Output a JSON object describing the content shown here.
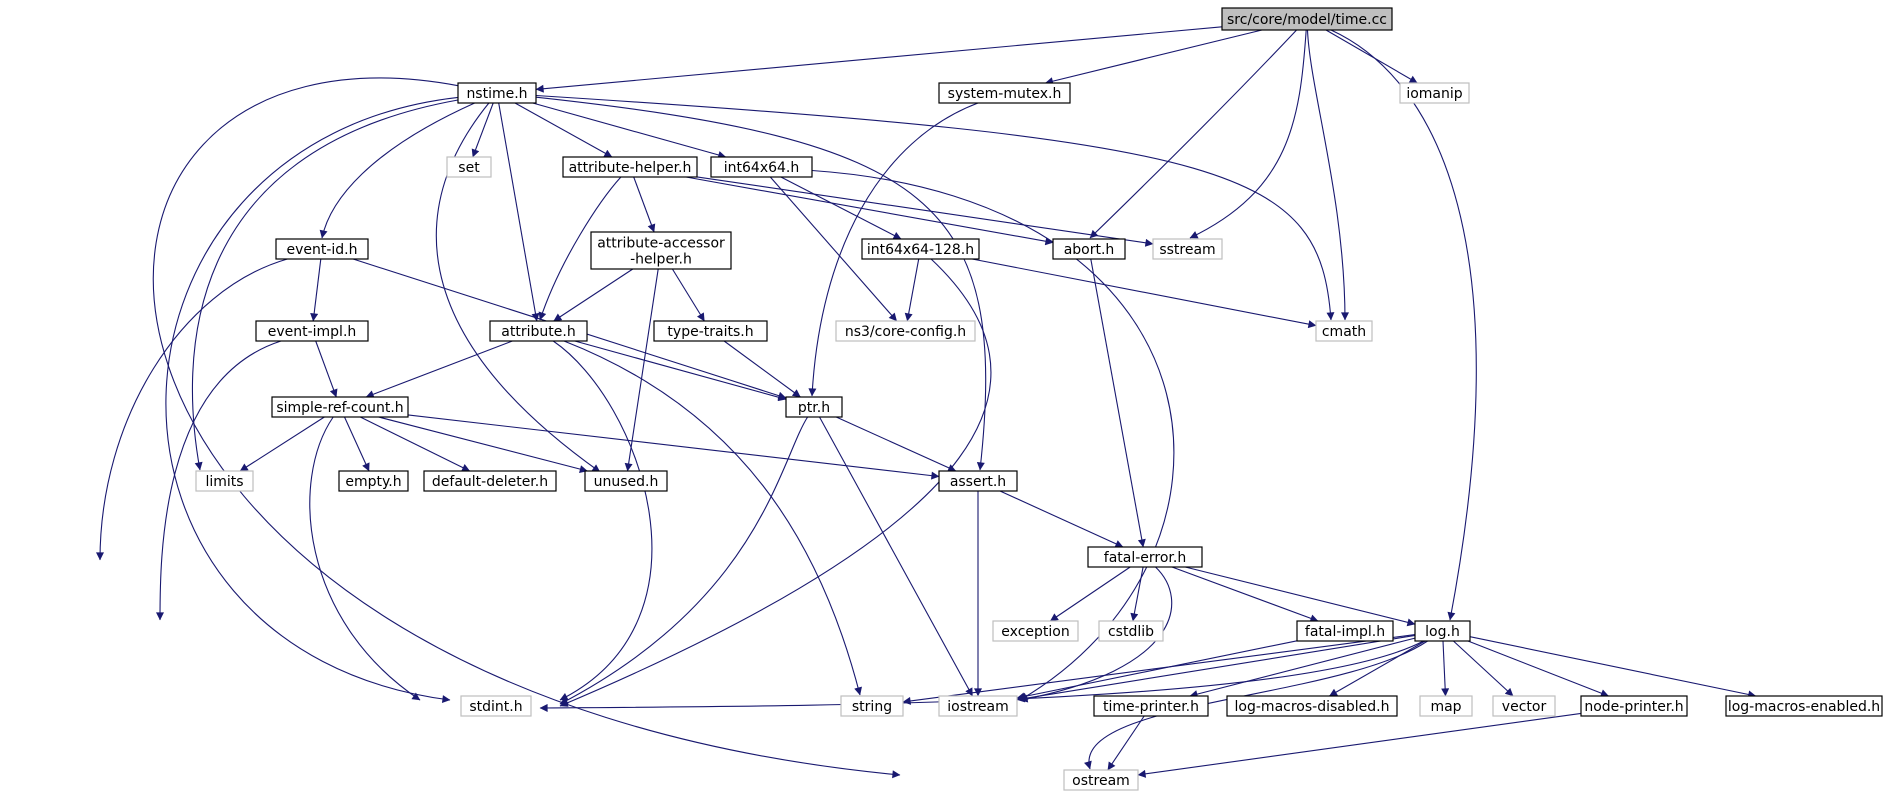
{
  "diagram": {
    "colors": {
      "edge": "#191970",
      "project_border": "#000000",
      "project_fill": "#ffffff",
      "root_fill": "#bfbfbf",
      "system_border": "#bfbfbf"
    },
    "nodes": [
      {
        "id": "time_cc",
        "label": "src/core/model/time.cc",
        "kind": "root"
      },
      {
        "id": "nstime",
        "label": "nstime.h",
        "kind": "project"
      },
      {
        "id": "system_mutex",
        "label": "system-mutex.h",
        "kind": "project"
      },
      {
        "id": "iomanip",
        "label": "iomanip",
        "kind": "system"
      },
      {
        "id": "set",
        "label": "set",
        "kind": "system"
      },
      {
        "id": "attribute_helper",
        "label": "attribute-helper.h",
        "kind": "project"
      },
      {
        "id": "int64x64",
        "label": "int64x64.h",
        "kind": "project"
      },
      {
        "id": "event_id",
        "label": "event-id.h",
        "kind": "project"
      },
      {
        "id": "attribute_accessor_helper",
        "label": [
          "attribute-accessor",
          "-helper.h"
        ],
        "kind": "project"
      },
      {
        "id": "int64x64_128",
        "label": "int64x64-128.h",
        "kind": "project"
      },
      {
        "id": "abort",
        "label": "abort.h",
        "kind": "project"
      },
      {
        "id": "sstream",
        "label": "sstream",
        "kind": "system"
      },
      {
        "id": "event_impl",
        "label": "event-impl.h",
        "kind": "project"
      },
      {
        "id": "attribute",
        "label": "attribute.h",
        "kind": "project"
      },
      {
        "id": "type_traits",
        "label": "type-traits.h",
        "kind": "project"
      },
      {
        "id": "ns3_core_config",
        "label": "ns3/core-config.h",
        "kind": "system"
      },
      {
        "id": "cmath",
        "label": "cmath",
        "kind": "system"
      },
      {
        "id": "simple_ref_count",
        "label": "simple-ref-count.h",
        "kind": "project"
      },
      {
        "id": "ptr",
        "label": "ptr.h",
        "kind": "project"
      },
      {
        "id": "limits",
        "label": "limits",
        "kind": "system"
      },
      {
        "id": "empty",
        "label": "empty.h",
        "kind": "project"
      },
      {
        "id": "default_deleter",
        "label": "default-deleter.h",
        "kind": "project"
      },
      {
        "id": "unused",
        "label": "unused.h",
        "kind": "project"
      },
      {
        "id": "assert",
        "label": "assert.h",
        "kind": "project"
      },
      {
        "id": "fatal_error",
        "label": "fatal-error.h",
        "kind": "project"
      },
      {
        "id": "exception",
        "label": "exception",
        "kind": "system"
      },
      {
        "id": "cstdlib",
        "label": "cstdlib",
        "kind": "system"
      },
      {
        "id": "fatal_impl",
        "label": "fatal-impl.h",
        "kind": "project"
      },
      {
        "id": "log",
        "label": "log.h",
        "kind": "project"
      },
      {
        "id": "stdint",
        "label": "stdint.h",
        "kind": "system"
      },
      {
        "id": "string",
        "label": "string",
        "kind": "system"
      },
      {
        "id": "iostream",
        "label": "iostream",
        "kind": "system"
      },
      {
        "id": "time_printer",
        "label": "time-printer.h",
        "kind": "project"
      },
      {
        "id": "log_macros_disabled",
        "label": "log-macros-disabled.h",
        "kind": "project"
      },
      {
        "id": "map",
        "label": "map",
        "kind": "system"
      },
      {
        "id": "vector",
        "label": "vector",
        "kind": "system"
      },
      {
        "id": "node_printer",
        "label": "node-printer.h",
        "kind": "project"
      },
      {
        "id": "log_macros_enabled",
        "label": "log-macros-enabled.h",
        "kind": "project"
      },
      {
        "id": "ostream",
        "label": "ostream",
        "kind": "system"
      }
    ],
    "edges": [
      {
        "from": "time_cc",
        "to": "nstime"
      },
      {
        "from": "time_cc",
        "to": "system_mutex"
      },
      {
        "from": "time_cc",
        "to": "iomanip"
      },
      {
        "from": "time_cc",
        "to": "log"
      },
      {
        "from": "time_cc",
        "to": "abort"
      },
      {
        "from": "time_cc",
        "to": "sstream"
      },
      {
        "from": "time_cc",
        "to": "cmath"
      },
      {
        "from": "nstime",
        "to": "set"
      },
      {
        "from": "nstime",
        "to": "attribute_helper"
      },
      {
        "from": "nstime",
        "to": "int64x64"
      },
      {
        "from": "nstime",
        "to": "event_id"
      },
      {
        "from": "nstime",
        "to": "attribute"
      },
      {
        "from": "nstime",
        "to": "unused"
      },
      {
        "from": "nstime",
        "to": "assert"
      },
      {
        "from": "nstime",
        "to": "limits"
      },
      {
        "from": "nstime",
        "to": "stdint"
      },
      {
        "from": "nstime",
        "to": "ostream"
      },
      {
        "from": "nstime",
        "to": "cmath"
      },
      {
        "from": "system_mutex",
        "to": "ptr"
      },
      {
        "from": "attribute_helper",
        "to": "attribute_accessor_helper"
      },
      {
        "from": "attribute_helper",
        "to": "attribute"
      },
      {
        "from": "attribute_helper",
        "to": "abort"
      },
      {
        "from": "attribute_helper",
        "to": "sstream"
      },
      {
        "from": "int64x64",
        "to": "int64x64_128"
      },
      {
        "from": "int64x64",
        "to": "ns3_core_config"
      },
      {
        "from": "int64x64",
        "to": "iostream"
      },
      {
        "from": "attribute_accessor_helper",
        "to": "attribute"
      },
      {
        "from": "attribute_accessor_helper",
        "to": "type_traits"
      },
      {
        "from": "attribute_accessor_helper",
        "to": "unused"
      },
      {
        "from": "int64x64_128",
        "to": "ns3_core_config"
      },
      {
        "from": "int64x64_128",
        "to": "cmath"
      },
      {
        "from": "int64x64_128",
        "to": "stdint"
      },
      {
        "from": "event_id",
        "to": "event_impl"
      },
      {
        "from": "event_id",
        "to": "ptr"
      },
      {
        "from": "event_id",
        "to": "stdint"
      },
      {
        "from": "event_impl",
        "to": "simple_ref_count"
      },
      {
        "from": "event_impl",
        "to": "stdint"
      },
      {
        "from": "attribute",
        "to": "simple_ref_count"
      },
      {
        "from": "attribute",
        "to": "ptr"
      },
      {
        "from": "attribute",
        "to": "string"
      },
      {
        "from": "attribute",
        "to": "stdint"
      },
      {
        "from": "type_traits",
        "to": "ptr"
      },
      {
        "from": "simple_ref_count",
        "to": "limits"
      },
      {
        "from": "simple_ref_count",
        "to": "empty"
      },
      {
        "from": "simple_ref_count",
        "to": "default_deleter"
      },
      {
        "from": "simple_ref_count",
        "to": "unused"
      },
      {
        "from": "simple_ref_count",
        "to": "assert"
      },
      {
        "from": "simple_ref_count",
        "to": "stdint"
      },
      {
        "from": "ptr",
        "to": "assert"
      },
      {
        "from": "ptr",
        "to": "iostream"
      },
      {
        "from": "ptr",
        "to": "stdint"
      },
      {
        "from": "abort",
        "to": "fatal_error"
      },
      {
        "from": "assert",
        "to": "fatal_error"
      },
      {
        "from": "assert",
        "to": "iostream"
      },
      {
        "from": "fatal_error",
        "to": "exception"
      },
      {
        "from": "fatal_error",
        "to": "cstdlib"
      },
      {
        "from": "fatal_error",
        "to": "fatal_impl"
      },
      {
        "from": "fatal_error",
        "to": "log"
      },
      {
        "from": "fatal_error",
        "to": "iostream"
      },
      {
        "from": "fatal_impl",
        "to": "iostream"
      },
      {
        "from": "log",
        "to": "stdint"
      },
      {
        "from": "log",
        "to": "string"
      },
      {
        "from": "log",
        "to": "iostream"
      },
      {
        "from": "log",
        "to": "time_printer"
      },
      {
        "from": "log",
        "to": "log_macros_disabled"
      },
      {
        "from": "log",
        "to": "map"
      },
      {
        "from": "log",
        "to": "vector"
      },
      {
        "from": "log",
        "to": "node_printer"
      },
      {
        "from": "log",
        "to": "log_macros_enabled"
      },
      {
        "from": "log",
        "to": "ostream"
      },
      {
        "from": "time_printer",
        "to": "ostream"
      },
      {
        "from": "node_printer",
        "to": "ostream"
      }
    ]
  }
}
